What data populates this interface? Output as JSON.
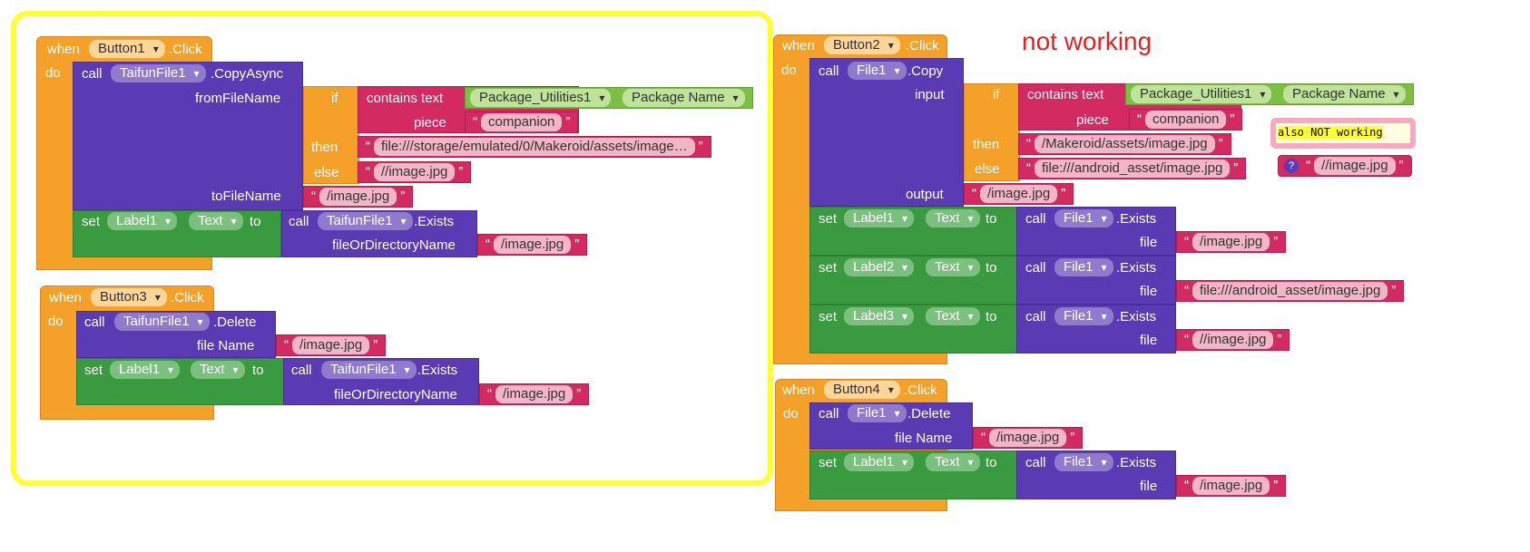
{
  "annotations": {
    "not_working": "not working",
    "also_not_working": "also NOT working"
  },
  "kw": {
    "when": "when",
    "do": "do",
    "call": "call",
    "set": "set",
    "to": "to",
    "if": "if",
    "then": "then",
    "else": "else"
  },
  "b1": {
    "button": "Button1",
    "event": ".Click",
    "component": "TaifunFile1",
    "method": ".CopyAsync",
    "from": "fromFileName",
    "to_name": "toFileName",
    "contains": "contains  text",
    "pkg": "Package_Utilities1",
    "pkg_prop": "Package Name",
    "piece": "piece",
    "piece_val": "companion",
    "then_val": "file:///storage/emulated/0/Makeroid/assets/image…",
    "else_val": "//image.jpg",
    "to_val": "/image.jpg",
    "set_comp": "Label1",
    "set_prop": "Text",
    "exists": ".Exists",
    "ford": "fileOrDirectoryName",
    "ford_val": "/image.jpg"
  },
  "b3": {
    "button": "Button3",
    "event": ".Click",
    "component": "TaifunFile1",
    "method": ".Delete",
    "file": "file Name",
    "file_val": "/image.jpg",
    "set_comp": "Label1",
    "set_prop": "Text",
    "exists": ".Exists",
    "ford": "fileOrDirectoryName",
    "ford_val": "/image.jpg"
  },
  "b2": {
    "button": "Button2",
    "event": ".Click",
    "component": "File1",
    "method": ".Copy",
    "input": "input",
    "output": "output",
    "contains": "contains  text",
    "pkg": "Package_Utilities1",
    "pkg_prop": "Package Name",
    "piece": "piece",
    "piece_val": "companion",
    "then_val": "/Makeroid/assets/image.jpg",
    "else_val": "file:///android_asset/image.jpg",
    "output_val": "/image.jpg",
    "exists": ".Exists",
    "file": "file",
    "sets": [
      {
        "comp": "Label1",
        "prop": "Text",
        "val": "/image.jpg"
      },
      {
        "comp": "Label2",
        "prop": "Text",
        "val": "file:///android_asset/image.jpg"
      },
      {
        "comp": "Label3",
        "prop": "Text",
        "val": "//image.jpg"
      }
    ],
    "loose_val": "//image.jpg",
    "help": "?"
  },
  "b4": {
    "button": "Button4",
    "event": ".Click",
    "component": "File1",
    "method": ".Delete",
    "file": "file Name",
    "file_val": "/image.jpg",
    "set_comp": "Label1",
    "set_prop": "Text",
    "exists": ".Exists",
    "file2": "file",
    "file2_val": "/image.jpg"
  }
}
